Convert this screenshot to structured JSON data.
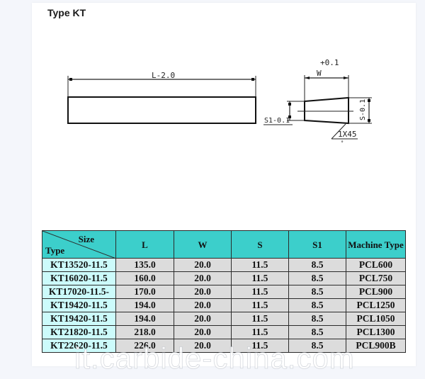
{
  "title": "Type KT",
  "drawing": {
    "side_view": {
      "length_label": "L-2.0"
    },
    "end_view": {
      "tolerance_label": "+0.1",
      "width_label": "W",
      "s_label": "S-0.1",
      "s1_label": "S1-0.1",
      "chamfer_label": "1X45"
    }
  },
  "table": {
    "header": {
      "corner_top": "Size",
      "corner_bottom": "Type",
      "columns": [
        "L",
        "W",
        "S",
        "S1",
        "Machine Type"
      ]
    },
    "rows": [
      {
        "type": "KT13520-11.5",
        "L": "135.0",
        "W": "20.0",
        "S": "11.5",
        "S1": "8.5",
        "machine": "PCL600"
      },
      {
        "type": "KT16020-11.5",
        "L": "160.0",
        "W": "20.0",
        "S": "11.5",
        "S1": "8.5",
        "machine": "PCL750"
      },
      {
        "type": "KT17020-11.5-",
        "L": "170.0",
        "W": "20.0",
        "S": "11.5",
        "S1": "8.5",
        "machine": "PCL900"
      },
      {
        "type": "KT19420-11.5",
        "L": "194.0",
        "W": "20.0",
        "S": "11.5",
        "S1": "8.5",
        "machine": "PCL1250"
      },
      {
        "type": "KT19420-11.5",
        "L": "194.0",
        "W": "20.0",
        "S": "11.5",
        "S1": "8.5",
        "machine": "PCL1050"
      },
      {
        "type": "KT21820-11.5",
        "L": "218.0",
        "W": "20.0",
        "S": "11.5",
        "S1": "8.5",
        "machine": "PCL1300"
      },
      {
        "type": "KT22620-11.5",
        "L": "226.0",
        "W": "20.0",
        "S": "11.5",
        "S1": "8.5",
        "machine": "PCL900B"
      }
    ]
  },
  "colors": {
    "header_bg": "#3ccfcb",
    "type_cell_bg": "#ccfbfb",
    "value_cell_bg": "#dcdcdc"
  },
  "watermark": "it.carbide-china.com"
}
